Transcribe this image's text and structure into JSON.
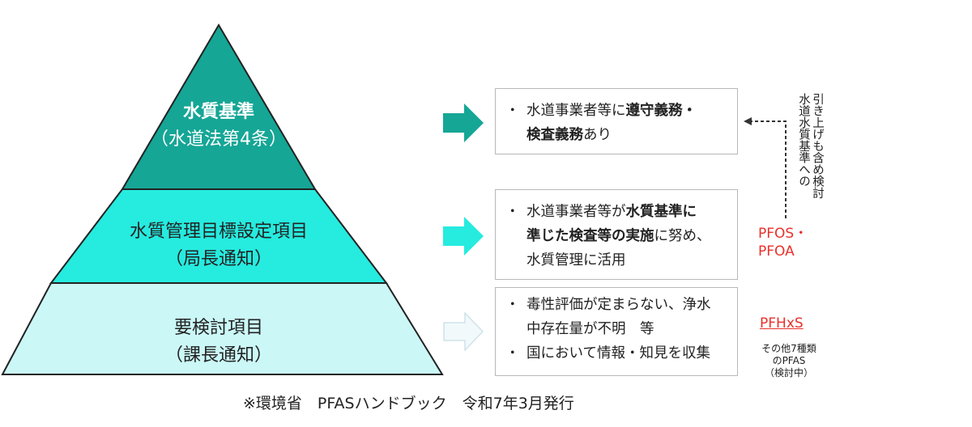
{
  "pyramid": {
    "top": {
      "title": "水質基準",
      "subtitle": "（水道法第4条）",
      "color": "#15a696"
    },
    "middle": {
      "title": "水質管理目標設定項目",
      "subtitle": "（局長通知）",
      "color": "#26ebdf"
    },
    "bottom": {
      "title": "要検討項目",
      "subtitle": "（課長通知）",
      "color": "#cbf7f7"
    }
  },
  "boxes": {
    "top": {
      "items": [
        {
          "bullet": "・",
          "parts": [
            {
              "text": "水道事業者等に",
              "bold": false
            },
            {
              "text": "遵守義務・",
              "bold": true
            }
          ],
          "line2": [
            {
              "text": "検査義務",
              "bold": true
            },
            {
              "text": "あり",
              "bold": false
            }
          ]
        }
      ]
    },
    "middle": {
      "line1a": "水道事業者等が",
      "line1b": "水質基準に",
      "line2a": "準じた検査等の実施",
      "line2b": "に努め、",
      "line3": "水質管理に活用",
      "bullet": "・"
    },
    "bottom": {
      "item1_line1": "毒性評価が定まらない、浄水",
      "item1_line2": "中存在量が不明　等",
      "item2": "国において情報・知見を収集",
      "bullet": "・"
    }
  },
  "right_notes": {
    "vertical_col1": "水道水質基準への",
    "vertical_col2": "引き上げも含め検討",
    "pfos_pfoa_line1": "PFOS・",
    "pfos_pfoa_line2": "PFOA",
    "pfhxs": "PFHxS",
    "others_line1": "その他7種類",
    "others_line2": "のPFAS",
    "others_line3": "（検討中）",
    "red_color": "#e8312b"
  },
  "caption": "※環境省　PFASハンドブック　令和7年3月発行"
}
